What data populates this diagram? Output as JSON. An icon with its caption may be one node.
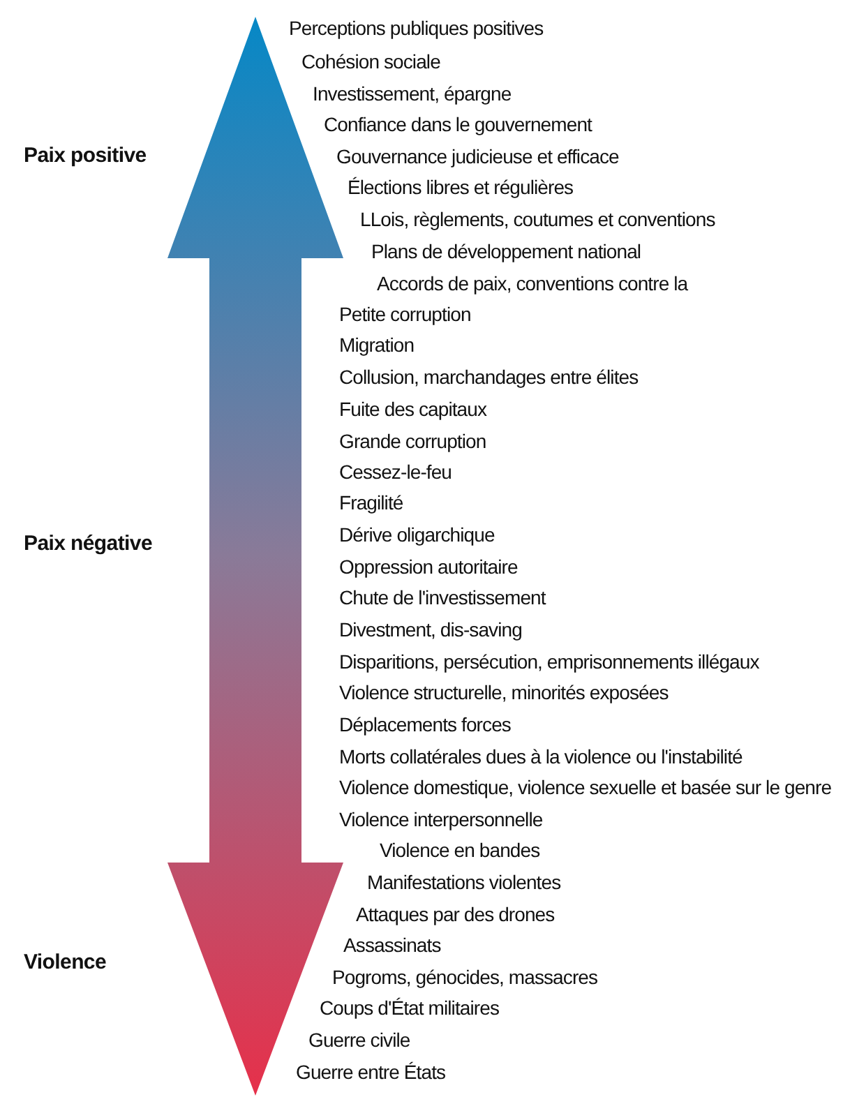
{
  "diagram": {
    "labels": [
      "Perceptions publiques positives",
      "Cohésion sociale",
      "Investissement, épargne",
      "Confiance dans le gouvernement",
      "Paix positive",
      "Gouvernance judicieuse et efficace",
      "Élections libres et régulières",
      "LLois, règlements, coutumes et conventions",
      "Plans de développement national",
      "Accords de paix, conventions contre la",
      "Petite corruption",
      "Migration",
      "Collusion, marchandages entre élites",
      "Fuite des capitaux",
      "Grande corruption",
      "Cessez-le-feu",
      "Fragilité",
      "Paix négative",
      "Dérive oligarchique",
      "Oppression autoritaire",
      "Chute de l'investissement",
      "Divestment, dis-saving",
      "Disparitions, persécution, emprisonnements illégaux",
      "Violence structurelle, minorités exposées",
      "Déplacements forces",
      "Morts collatérales dues à la violence ou l'instabilité",
      "Violence domestique, violence sexuelle et basée sur le genre",
      "Violence interpersonnelle",
      "Violence en bandes",
      "Manifestations violentes",
      "Attaques par des drones",
      "Assassinats",
      "Violence",
      "Pogroms, génocides, massacres",
      "Coups d'État militaires",
      "Guerre civile",
      "Guerre entre États"
    ]
  }
}
